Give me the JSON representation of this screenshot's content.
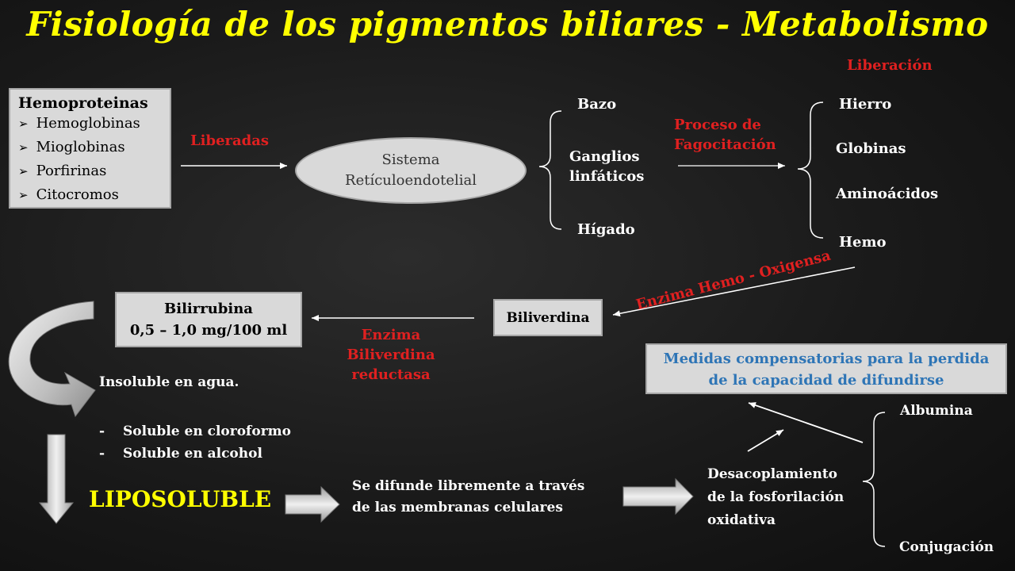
{
  "title": "Fisiología de los pigmentos biliares - Metabolismo",
  "hemoproteinas": {
    "heading": "Hemoproteinas",
    "items": [
      "Hemoglobinas",
      "Mioglobinas",
      "Porfirinas",
      "Citocromos"
    ]
  },
  "liberadas": "Liberadas",
  "sre": {
    "line1": "Sistema",
    "line2": "Retículoendotelial"
  },
  "organs": {
    "bazo": "Bazo",
    "ganglios_1": "Ganglios",
    "ganglios_2": "linfáticos",
    "higado": "Hígado"
  },
  "fagocitacion": {
    "line1": "Proceso de",
    "line2": "Fagocitación"
  },
  "liberacion": "Liberación",
  "products": {
    "hierro": "Hierro",
    "globinas": "Globinas",
    "aminoacidos": "Aminoácidos",
    "hemo": "Hemo"
  },
  "enzima_hemo": "Enzima Hemo - Oxigensa",
  "biliverdina": "Biliverdina",
  "enzima_biliverdina": {
    "line1": "Enzima",
    "line2": "Biliverdina",
    "line3": "reductasa"
  },
  "bilirrubina": {
    "line1": "Bilirrubina",
    "line2": "0,5 – 1,0 mg/100 ml"
  },
  "solubility": {
    "insoluble": "Insoluble en  agua.",
    "items": [
      "Soluble en cloroformo",
      "Soluble en alcohol"
    ]
  },
  "liposoluble": "LIPOSOLUBLE",
  "difunde": {
    "line1": "Se difunde libremente  a través",
    "line2": "de las membranas celulares"
  },
  "medidas": {
    "line1": "Medidas compensatorias para la perdida",
    "line2": "de la capacidad de difundirse"
  },
  "desacoplamiento": {
    "line1": "Desacoplamiento",
    "line2": "de la fosforilación",
    "line3": "oxidativa"
  },
  "albumina": "Albumina",
  "conjugacion": "Conjugación",
  "colors": {
    "title": "#ffff00",
    "process_label": "#e02020",
    "box_fill": "#d9d9d9",
    "medidas_text": "#2e75b6",
    "liposoluble": "#ffff00"
  }
}
